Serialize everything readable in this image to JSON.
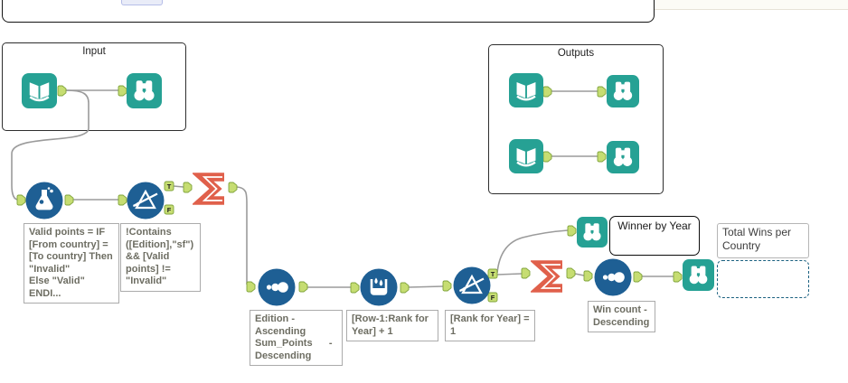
{
  "workflow": {
    "containers": {
      "input": {
        "label": "Input"
      },
      "outputs": {
        "label": "Outputs"
      }
    },
    "comments": {
      "winner_by_year": "Winner by Year",
      "total_wins_per_country": "Total Wins per Country"
    },
    "annotations": {
      "formula": "Valid points = IF\n[From country] =\n[To country] Then\n\"Invalid\"\nElse \"Valid\"\nENDI...",
      "filter1": "!Contains\n([Edition],\"sf\")\n&& [Valid\npoints] !=\n\"Invalid\"",
      "sort1": "Edition -\nAscending\nSum_Points      -\nDescending",
      "multi_row": "[Row-1:Rank for\nYear] + 1",
      "filter2": "[Rank for Year] =\n1",
      "sort2": "Win count -\nDescending"
    },
    "anchor_labels": {
      "true": "T",
      "false": "F"
    },
    "icons": [
      "book-icon",
      "binoculars-icon",
      "flask-icon",
      "funnel-icon",
      "sigma-icon",
      "sort-dots-icon",
      "crown-drops-icon"
    ],
    "colors": {
      "tool_blue": "#1E5F94",
      "tool_teal": "#26A194",
      "tool_orange": "#E0604B",
      "wire": "#9B9B9B",
      "anchor_fill": "#C6DD72",
      "anchor_border": "#7FA33A",
      "annotation_text": "#6D6D62",
      "selection_dashed": "#1A6080"
    }
  }
}
